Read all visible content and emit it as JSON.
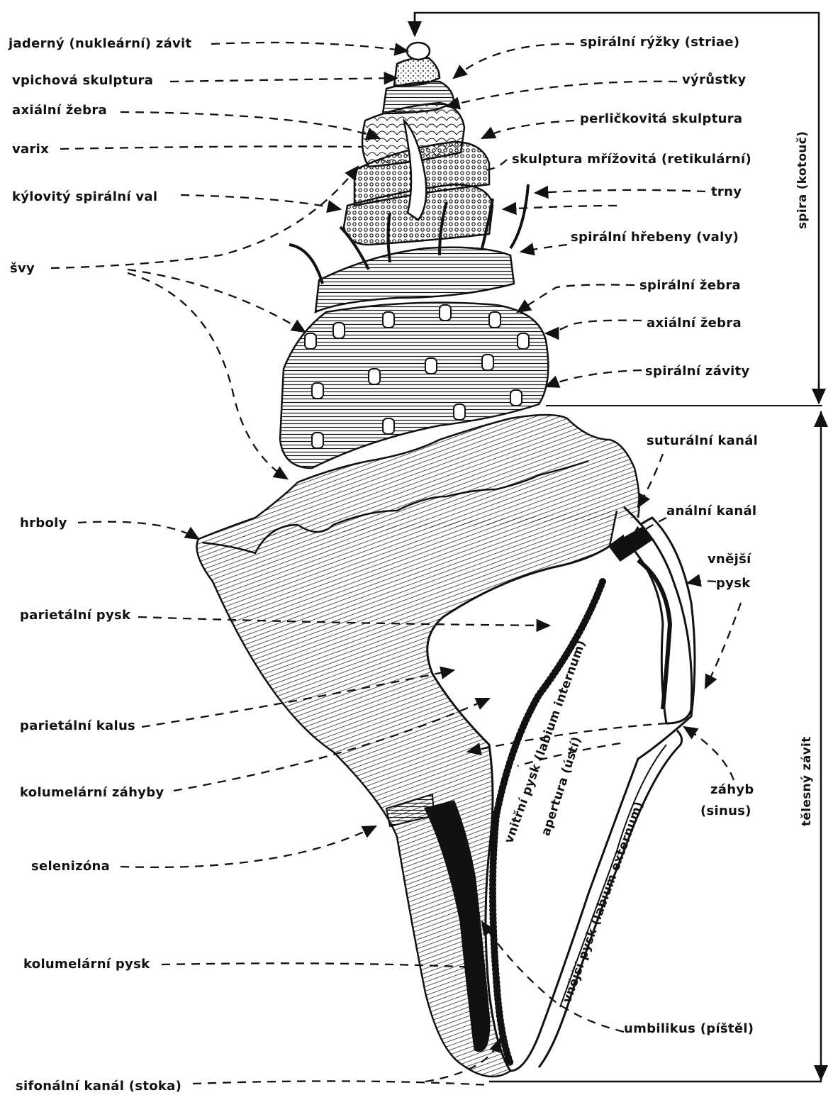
{
  "labels_left": [
    "jaderný (nukleární) závit",
    "vpichová skulptura",
    "axiální žebra",
    "varix",
    "kýlovitý spirální val",
    "švy",
    "hrboly",
    "parietální pysk",
    "parietální kalus",
    "kolumelární záhyby",
    "selenizóna",
    "kolumelární pysk",
    "sifonální kanál (stoka)"
  ],
  "labels_right": [
    "spirální rýžky (striae)",
    "výrůstky",
    "perličkovitá skulptura",
    "skulptura mřížovitá (retikulární)",
    "trny",
    "spirální hřebeny (valy)",
    "spirální žebra",
    "axiální žebra",
    "spirální závity",
    "suturální kanál",
    "anální kanál",
    "vnější",
    "pysk",
    "záhyb",
    "(sinus)",
    "umbilikus (píštěl)"
  ],
  "labels_inside": [
    "vnitřní pysk (labium internum)",
    "apertura (ústí)",
    "vnější pysk (labium externum)"
  ],
  "brackets": {
    "spira": "spira (kotouč)",
    "body": "tělesný závit"
  },
  "colors": {
    "ink": "#111111",
    "paper": "#ffffff"
  }
}
